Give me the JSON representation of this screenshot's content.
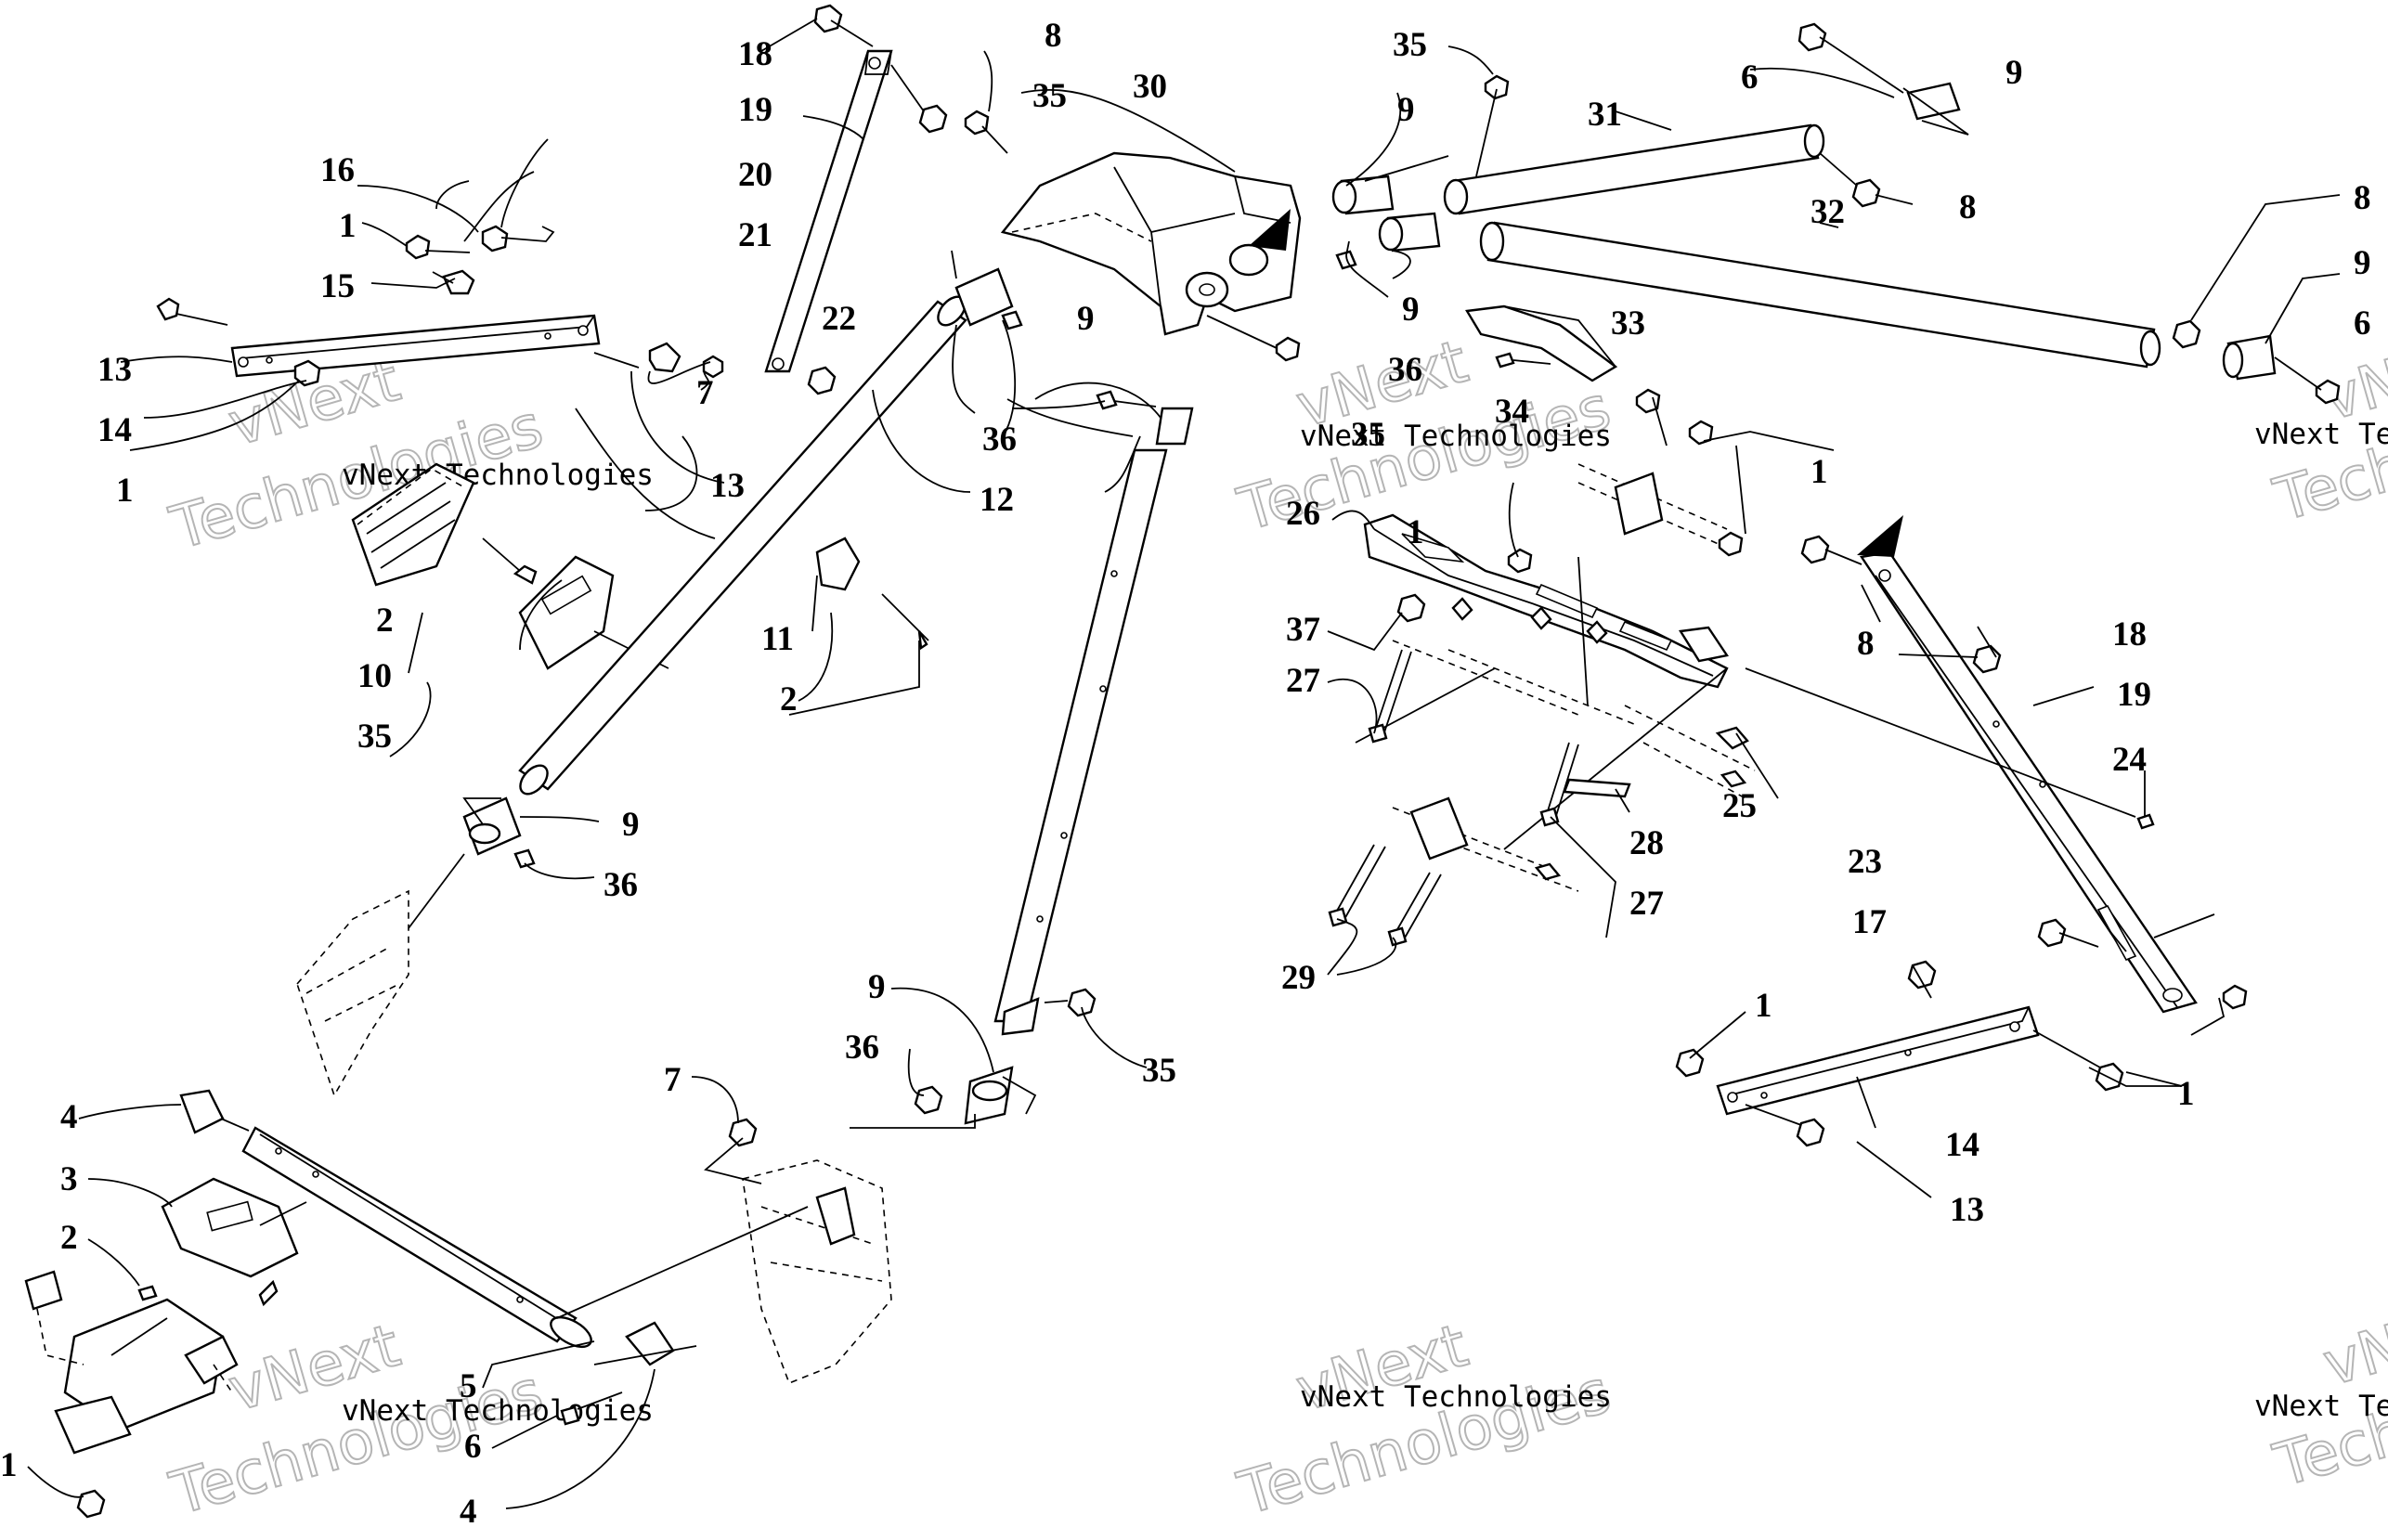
{
  "watermark": {
    "line1": "vNext Technologies",
    "line2": "vNext",
    "line3": "Technologies"
  },
  "callouts": [
    "1",
    "2",
    "3",
    "4",
    "5",
    "6",
    "7",
    "8",
    "9",
    "10",
    "11",
    "12",
    "13",
    "14",
    "15",
    "16",
    "17",
    "18",
    "19",
    "20",
    "21",
    "22",
    "23",
    "24",
    "25",
    "26",
    "27",
    "28",
    "29",
    "30",
    "31",
    "32",
    "33",
    "34",
    "35",
    "36",
    "37"
  ]
}
